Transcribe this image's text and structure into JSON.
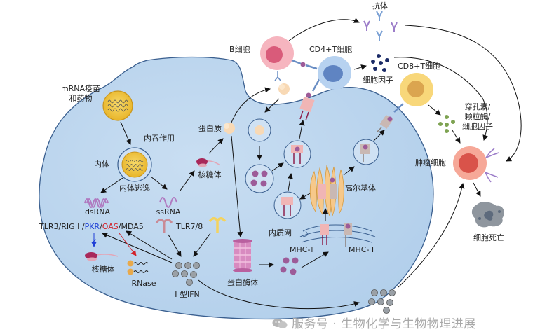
{
  "title": "mRNA疫苗免疫激活机制示意图",
  "colors": {
    "cell_fill": "#bcd6ee",
    "cell_stroke": "#3a5f8f",
    "lnp_fill": "#f1c542",
    "rna": "#b07ac0",
    "b_cell": "#f3aab5",
    "cd4_cell": "#a9c9ef",
    "cd8_cell": "#f7d26b",
    "tumor_cell": "#f18a78",
    "pkr_blue": "#1f3fd6",
    "oas_red": "#d2222a",
    "ifn_gray": "#9aa0a6",
    "cytokine_navy": "#1a2a66",
    "perforin_green": "#7ea352",
    "watermark": "#a8a8a8"
  },
  "labels": {
    "mrna_vaccine": [
      "mRNA疫苗",
      "和药物"
    ],
    "endocytosis": "内吞作用",
    "endosome": "内体",
    "endosomal_escape": "内体逃逸",
    "dsrna": "dsRNA",
    "ssrna": "ssRNA",
    "ribosome_top": "核糖体",
    "protein": "蛋白质",
    "sensors_prefix": "TLR3/RIG Ⅰ /",
    "sensor_pkr": "PKR",
    "sensor_sep": "/",
    "sensor_oas": "OAS",
    "sensors_suffix": "/MDA5",
    "tlr78": "TLR7/8",
    "ribosome_bottom": "核糖体",
    "rnase": "RNase",
    "ifn": "Ⅰ 型IFN",
    "proteasome": "蛋白酶体",
    "er": "内质网",
    "golgi": "高尔基体",
    "mhc2": "MHC-Ⅱ",
    "mhc1": "MHC- Ⅰ",
    "b_cell": "B细胞",
    "cd4_t": "CD4+T细胞",
    "cd8_t": "CD8+T细胞",
    "cytokines": "细胞因子",
    "antibody": "抗体",
    "perforin": [
      "穿孔素/",
      "颗粒酶/",
      "细胞因子"
    ],
    "tumor_cell": "肿瘤细胞",
    "cell_death": "细胞死亡"
  },
  "watermark": "服务号 · 生物化学与生物物理进展"
}
